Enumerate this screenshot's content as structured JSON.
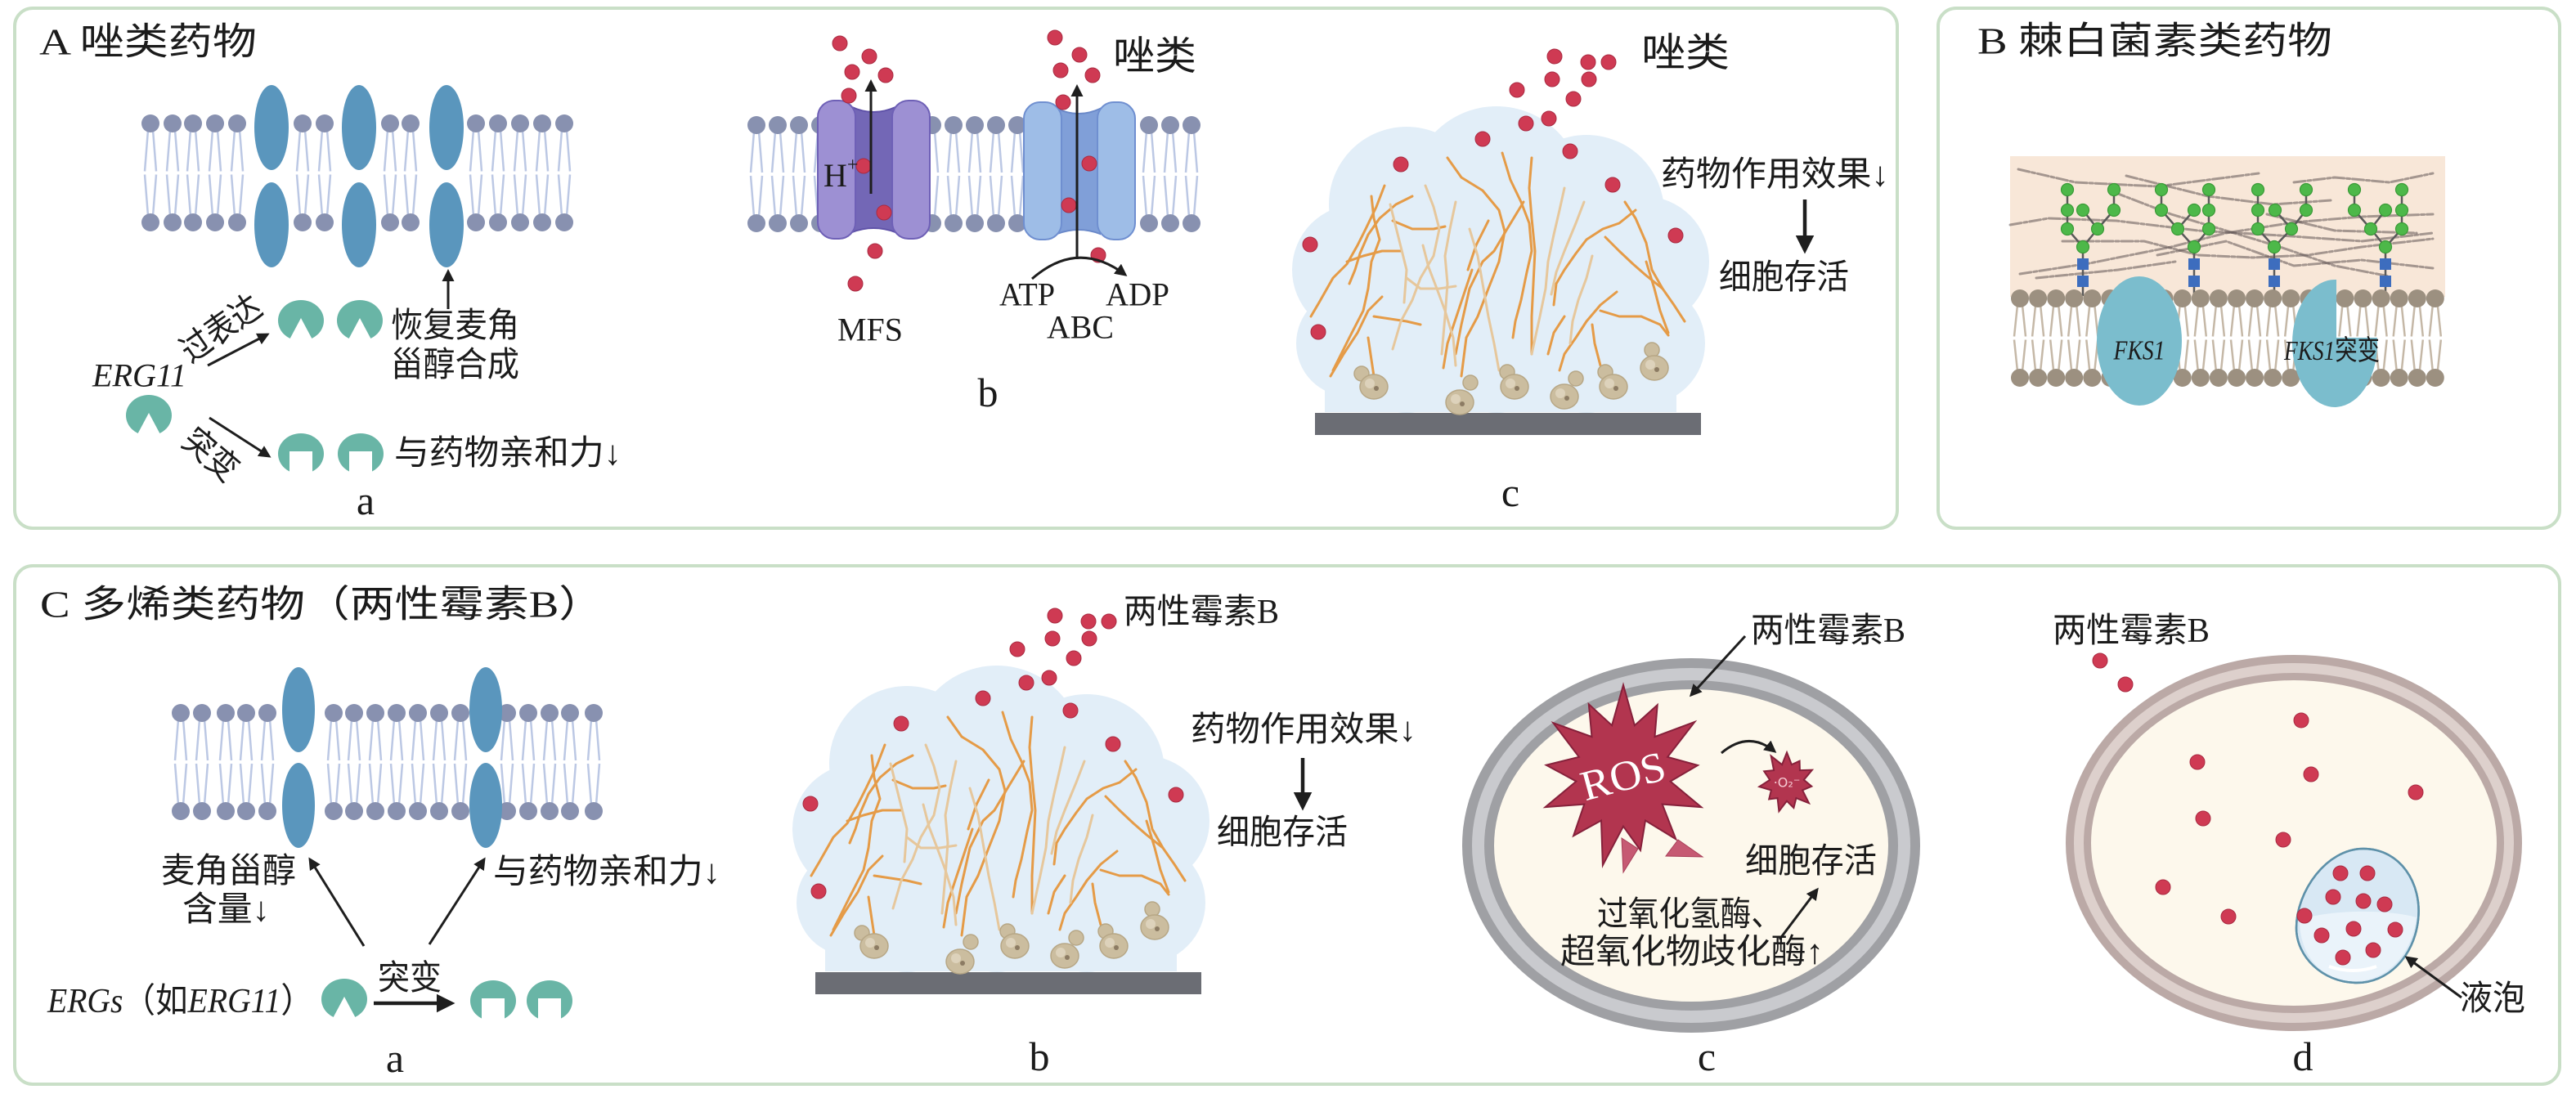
{
  "panels": {
    "A": {
      "title": "A 唑类药物",
      "a": {
        "label": "a",
        "gene": "ERG11",
        "overexpression": "过表达",
        "mutation": "突变",
        "restore_line1": "恢复麦角",
        "restore_line2": "甾醇合成",
        "affinity_down": "与药物亲和力↓"
      },
      "b": {
        "label": "b",
        "drug": "唑类",
        "proton": "H",
        "proton_charge": "+",
        "mfs_transporter": "MFS",
        "abc_transporter": "ABC",
        "atp": "ATP",
        "adp": "ADP"
      },
      "c": {
        "label": "c",
        "drug": "唑类",
        "effect_down": "药物作用效果↓",
        "survival": "细胞存活"
      }
    },
    "B": {
      "title": "B 棘白菌素类药物",
      "fks1_wildtype": "FKS1",
      "fks1_mutant_gene": "FKS1",
      "fks1_mutant_suffix": "突变"
    },
    "C": {
      "title": "C 多烯类药物（两性霉素B）",
      "a": {
        "label": "a",
        "ergosterol_line1": "麦角甾醇",
        "ergosterol_line2": "含量↓",
        "affinity_down": "与药物亲和力↓",
        "genes_prefix": "ERGs",
        "genes_open": "（如",
        "genes_example": "ERG11",
        "genes_close": "）",
        "mutation": "突变"
      },
      "b": {
        "label": "b",
        "drug": "两性霉素B",
        "effect_down": "药物作用效果↓",
        "survival": "细胞存活"
      },
      "c": {
        "label": "c",
        "drug": "两性霉素B",
        "ros": "ROS",
        "superoxide": "·O₂⁻",
        "survival": "细胞存活",
        "enzymes_line1": "过氧化氢酶、",
        "enzymes_line2": "超氧化物歧化酶↑"
      },
      "d": {
        "label": "d",
        "drug": "两性霉素B",
        "vacuole": "液泡"
      }
    }
  },
  "colors": {
    "panel_border": "#c9dfc7",
    "drug": "#cf3a53",
    "enzyme": "#69b5a6",
    "sterol": "#5a96bd",
    "lipid_head": "#8891b0",
    "lipid_tail": "#bcc8e4",
    "lipid_head_b": "#9c9080",
    "lipid_tail_b": "#c5b8a7",
    "mfs": "#9d90d3",
    "mfs_core": "#7367b6",
    "abc": "#9ebde7",
    "abc_core": "#809fd8",
    "hyphae": "#e59b47",
    "hyphae_light": "#e6c79c",
    "biofilm_matrix": "#e2eef8",
    "yeast": "#cbbd9f",
    "substrate": "#6b6d74",
    "cell_wall_glucan": "#f8e7d8",
    "fks1": "#7bbdcd",
    "glucose_unit": "#4db849",
    "anchor_unit": "#3d6dbe",
    "ros": "#b2354f",
    "cytoplasm": "#fdf8ec",
    "wall_gray": "#9fa0a4",
    "wall_gray_light": "#c9cace",
    "wall_mauve": "#bba9a6",
    "wall_mauve_light": "#ddd0cc",
    "vacuole": "#d8e8f4",
    "vacuole_edge": "#5e91a9"
  }
}
